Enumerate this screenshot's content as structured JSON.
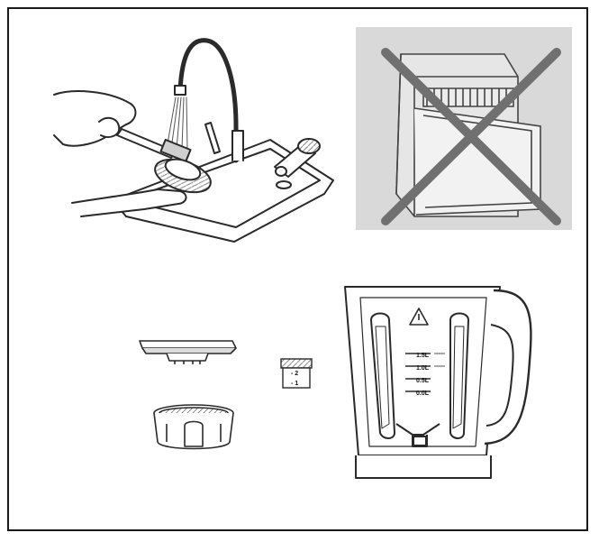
{
  "colors": {
    "line": "#2a2a2a",
    "panel_gray": "#d9d9d9",
    "cross": "#707070",
    "background": "#ffffff"
  },
  "jug": {
    "level_marks": [
      "1.5L",
      "1.0L",
      "0.5L",
      "0.0L"
    ],
    "level_marks_display": [
      "1.5L",
      "1.0L",
      "0.5L",
      "0.0L"
    ],
    "warning_symbol": "warning-triangle-icon"
  },
  "cap_scale": {
    "label_top": "- 2",
    "label_bottom": "- 1"
  }
}
